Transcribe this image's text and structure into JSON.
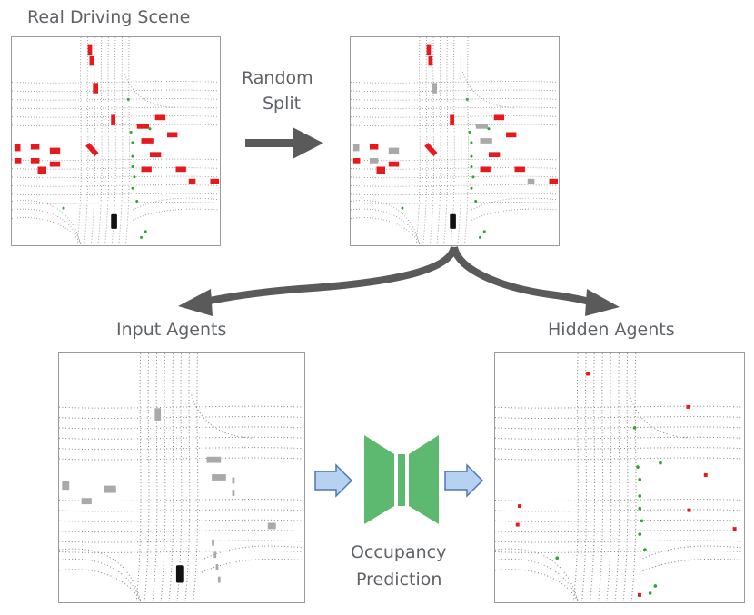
{
  "labels": {
    "real_scene": "Real Driving Scene",
    "random_split_line1": "Random",
    "random_split_line2": "Split",
    "input_agents": "Input Agents",
    "hidden_agents": "Hidden Agents",
    "occupancy_line1": "Occupancy",
    "occupancy_line2": "Prediction"
  },
  "colors": {
    "text": "#5f6368",
    "agent_red": "#e8191c",
    "agent_gray": "#a9a9a9",
    "ego_black": "#111111",
    "pedestrian_green": "#2ea62e",
    "dark_arrow": "#5a5a5a",
    "blue_arrow_fill": "#b7d1f0",
    "blue_arrow_stroke": "#4a77b8",
    "network_green": "#5db970",
    "panel_border": "#9a9a9a"
  },
  "icons": {
    "network": "bowtie-network-icon",
    "main_arrow": "right-arrow-icon",
    "split_arrows": "curved-split-arrows-icon",
    "flow_arrows": "outlined-right-arrow-icon"
  }
}
